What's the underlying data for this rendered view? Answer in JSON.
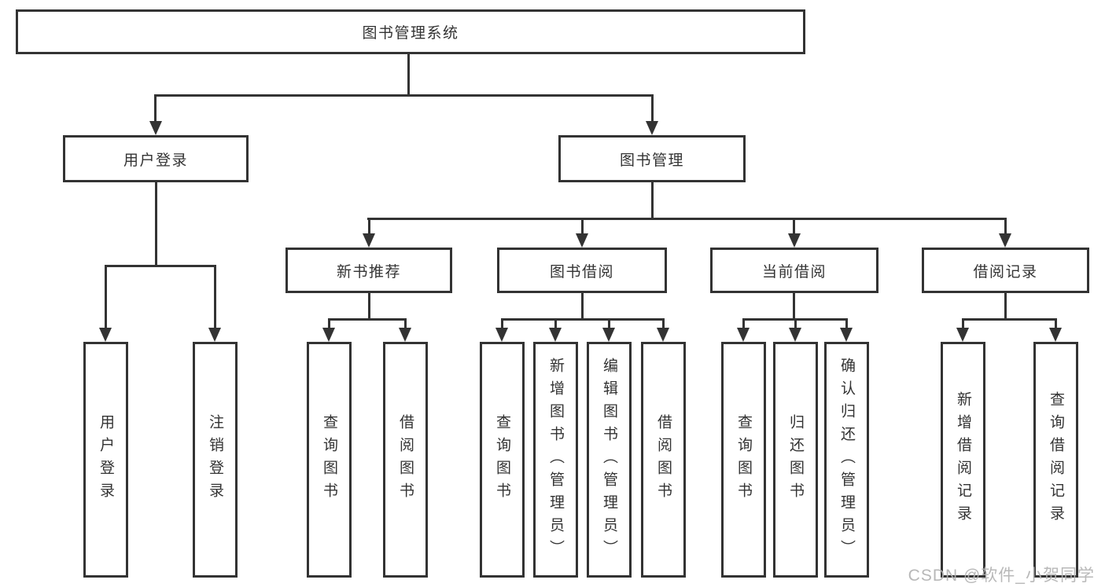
{
  "colors": {
    "line": "#333333",
    "box_border": "#333333",
    "text": "#333333",
    "background": "#ffffff",
    "watermark": "#b2b2b2"
  },
  "watermark": {
    "text": "CSDN @软件_小贺同学"
  },
  "tree": {
    "root": {
      "label": "图书管理系统"
    },
    "branches": [
      {
        "label": "用户登录",
        "children": [
          {
            "label": "用户登录"
          },
          {
            "label": "注销登录"
          }
        ]
      },
      {
        "label": "图书管理",
        "children": [
          {
            "label": "新书推荐",
            "children": [
              {
                "label": "查询图书"
              },
              {
                "label": "借阅图书"
              }
            ]
          },
          {
            "label": "图书借阅",
            "children": [
              {
                "label": "查询图书"
              },
              {
                "label": "新增图书（管理员）"
              },
              {
                "label": "编辑图书（管理员）"
              },
              {
                "label": "借阅图书"
              }
            ]
          },
          {
            "label": "当前借阅",
            "children": [
              {
                "label": "查询图书"
              },
              {
                "label": "归还图书"
              },
              {
                "label": "确认归还（管理员）"
              }
            ]
          },
          {
            "label": "借阅记录",
            "children": [
              {
                "label": "新增借阅记录"
              },
              {
                "label": "查询借阅记录"
              }
            ]
          }
        ]
      }
    ]
  }
}
